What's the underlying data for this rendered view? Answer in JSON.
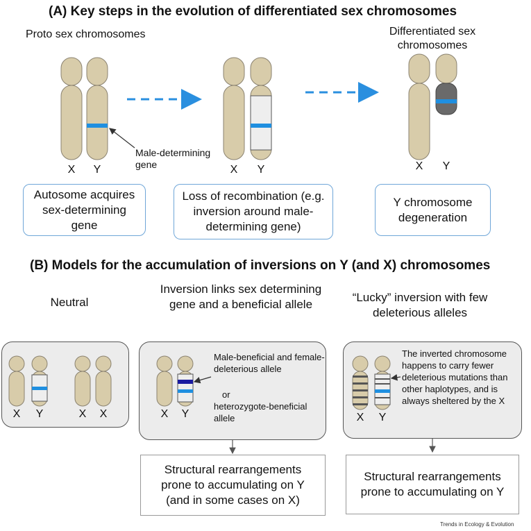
{
  "colors": {
    "chromosome": "#d8ccaa",
    "chromosome_stroke": "#8a8270",
    "gene_blue": "#1f8fe0",
    "dark_band": "#1a1aa0",
    "degenerated": "#6a6a6a",
    "arrow": "#2a8fdf",
    "box_border": "#6fa6d8"
  },
  "panelA": {
    "title": "(A)   Key steps in the evolution of differentiated sex chromosomes",
    "proto_label": "Proto sex chromosomes",
    "diff_label": "Differentiated sex chromosomes",
    "gene_label": "Male-determining gene",
    "x": "X",
    "y": "Y",
    "step1": "Autosome acquires sex-determining gene",
    "step2": "Loss of recombination (e.g. inversion around male-determining gene)",
    "step3": "Y chromosome degeneration"
  },
  "panelB": {
    "title": "(B) Models for the accumulation of inversions on Y (and X) chromosomes",
    "model1": "Neutral",
    "model2": "Inversion links sex determining gene and a beneficial allele",
    "model3": "“Lucky” inversion with few deleterious alleles",
    "x": "X",
    "y": "Y",
    "allele_note_1": "Male-beneficial and female-deleterious allele",
    "allele_note_or": "or",
    "allele_note_2": "heterozygote-beneficial allele",
    "lucky_note": "The inverted chromosome happens to carry fewer deleterious mutations than other haplotypes, and is always sheltered by the X",
    "outcome2": "Structural rearrangements prone to accumulating on Y (and in some cases on X)",
    "outcome3": "Structural rearrangements prone to accumulating on Y"
  },
  "credit": "Trends in Ecology & Evolution"
}
